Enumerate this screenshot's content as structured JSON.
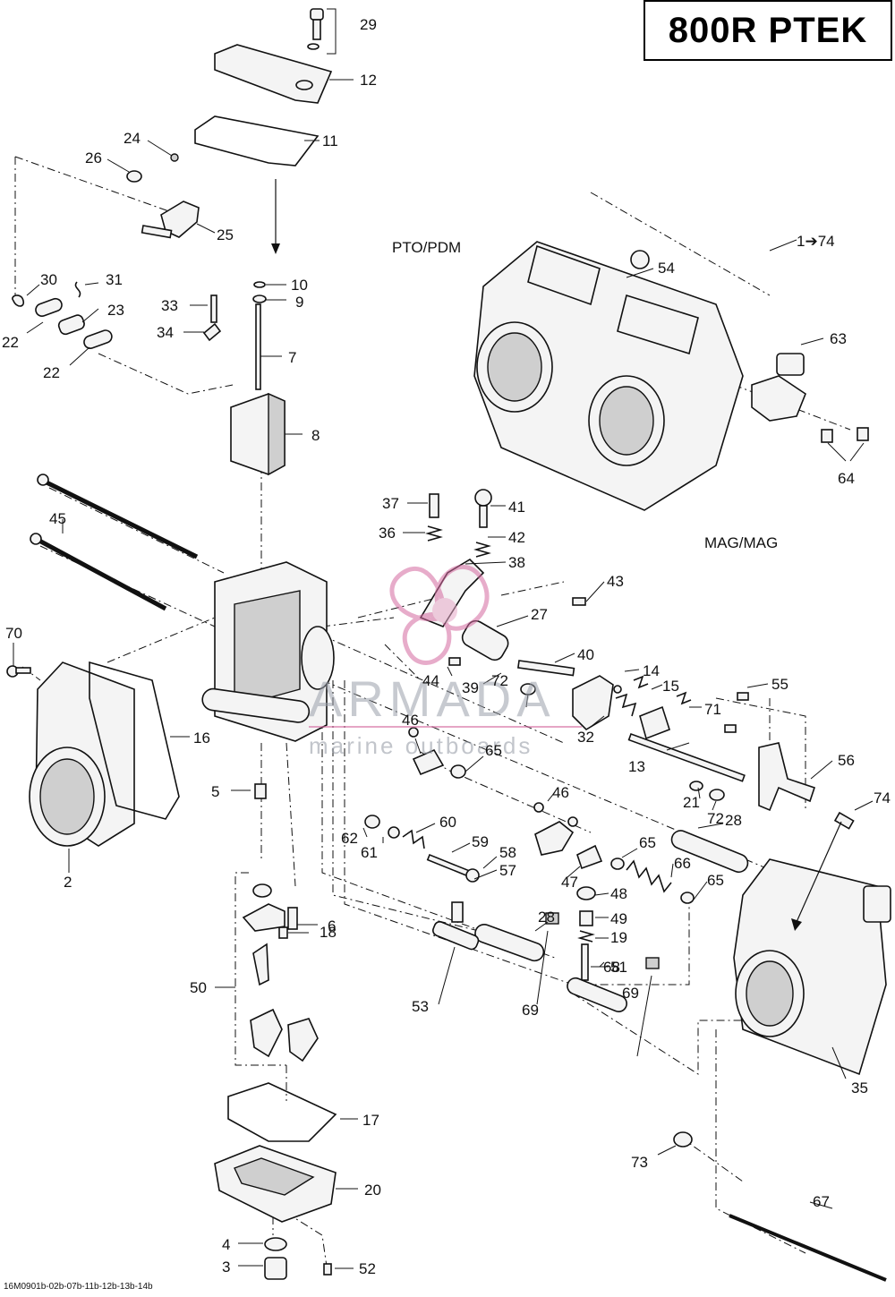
{
  "title": "800R PTEK",
  "side_labels": {
    "pto": "PTO/PDM",
    "mag": "MAG/MAG"
  },
  "assembly_range": "1➔74",
  "watermark": {
    "brand": "ARMADA",
    "tagline": "marine outboards"
  },
  "drawing_code": "16M0901b-02b-07b-11b-12b-13b-14b",
  "callouts": [
    "29",
    "12",
    "11",
    "24",
    "26",
    "25",
    "30",
    "31",
    "23",
    "22",
    "22",
    "10",
    "9",
    "33",
    "34",
    "7",
    "8",
    "1➔74",
    "54",
    "63",
    "64",
    "37",
    "41",
    "36",
    "42",
    "38",
    "43",
    "27",
    "45",
    "70",
    "40",
    "44",
    "39",
    "72",
    "14",
    "15",
    "71",
    "55",
    "16",
    "46",
    "65",
    "32",
    "13",
    "56",
    "5",
    "21",
    "72",
    "74",
    "28",
    "46",
    "62",
    "60",
    "59",
    "58",
    "57",
    "61",
    "65",
    "66",
    "2",
    "6",
    "47",
    "48",
    "65",
    "28",
    "49",
    "18",
    "50",
    "19",
    "51",
    "53",
    "69",
    "68",
    "69",
    "35",
    "17",
    "73",
    "20",
    "67",
    "4",
    "3",
    "52"
  ]
}
